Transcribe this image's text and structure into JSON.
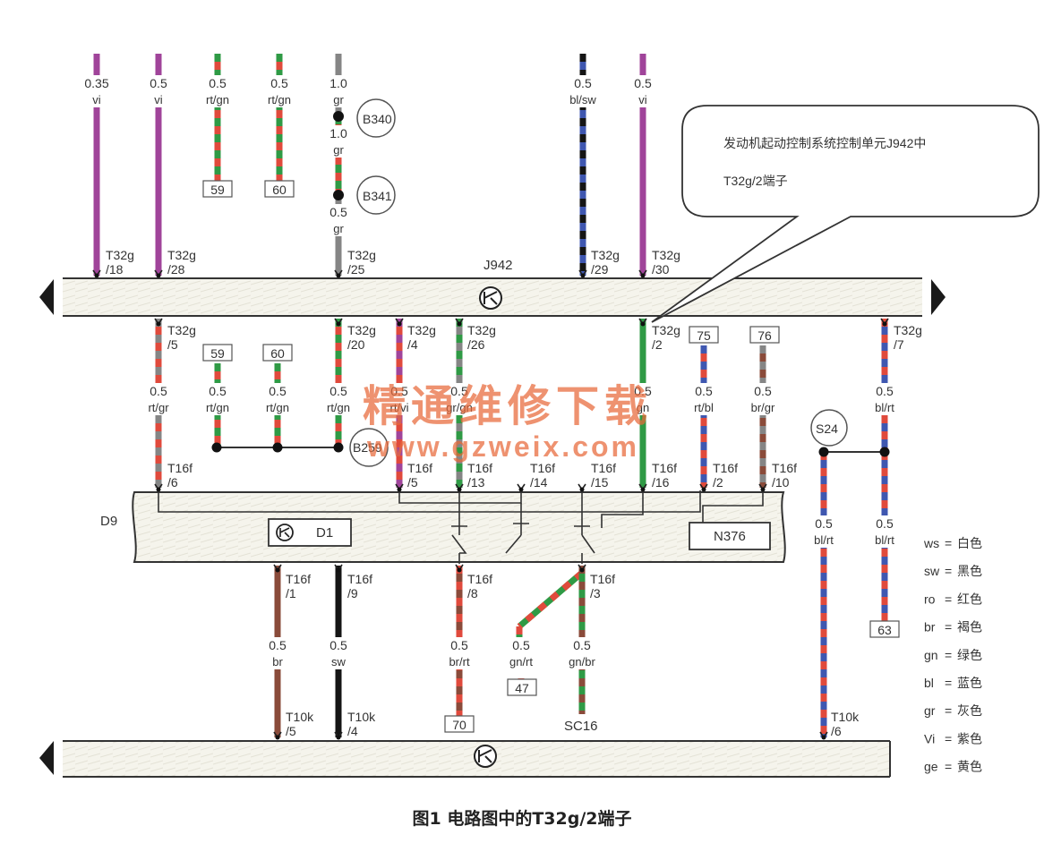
{
  "colors": {
    "vi": "#a0449a",
    "rt": "#e04a3c",
    "gn": "#2f9a45",
    "gr": "#858585",
    "bl": "#3f57b0",
    "sw": "#151515",
    "br": "#8a4b3a",
    "band": "#f3f2ea",
    "bandEdge": "#3a3a3a",
    "watermark": "#e8693a"
  },
  "bands": {
    "top": {
      "label": "J942"
    },
    "middle": {
      "label": "D9"
    },
    "bottom": {
      "label": ""
    }
  },
  "callout": {
    "line1": "发动机起动控制系统控制单元J942中",
    "line2": "T32g/2端子"
  },
  "wires_top": [
    {
      "id": "w1",
      "size": "0.35",
      "color": "vi",
      "pin_a": "T32g",
      "pin_b": "/18"
    },
    {
      "id": "w2",
      "size": "0.5",
      "color": "vi",
      "pin_a": "T32g",
      "pin_b": "/28"
    },
    {
      "id": "w3",
      "size": "0.5",
      "color": "rt/gn",
      "ref": "59"
    },
    {
      "id": "w4",
      "size": "0.5",
      "color": "rt/gn",
      "ref": "60"
    },
    {
      "id": "w5",
      "sizes": [
        "1.0",
        "1.0",
        "0.5"
      ],
      "colors": [
        "gr",
        "gr",
        "gr"
      ],
      "nodes": [
        "B340",
        "B341"
      ],
      "pin_a": "T32g",
      "pin_b": "/25"
    },
    {
      "id": "w6",
      "size": "0.5",
      "color": "bl/sw",
      "pin_a": "T32g",
      "pin_b": "/29"
    },
    {
      "id": "w7",
      "size": "0.5",
      "color": "vi",
      "pin_a": "T32g",
      "pin_b": "/30"
    }
  ],
  "wires_mid": [
    {
      "id": "m1",
      "pin_a": "T32g",
      "pin_b": "/5",
      "size": "0.5",
      "color": "rt/gr",
      "pin2_a": "T16f",
      "pin2_b": "/6"
    },
    {
      "id": "m2",
      "ref": "59",
      "size": "0.5",
      "color": "rt/gn"
    },
    {
      "id": "m3",
      "ref": "60",
      "size": "0.5",
      "color": "rt/gn"
    },
    {
      "id": "m4",
      "pin_a": "T32g",
      "pin_b": "/20",
      "size": "0.5",
      "color": "rt/gn",
      "node": "B259"
    },
    {
      "id": "m5",
      "pin_a": "T32g",
      "pin_b": "/4",
      "size": "0.5",
      "color": "rt/vi",
      "pin2_a": "T16f",
      "pin2_b": "/5"
    },
    {
      "id": "m6",
      "pin_a": "T32g",
      "pin_b": "/26",
      "size": "0.5",
      "color": "gr/gn",
      "pin2_a": "T16f",
      "pin2_b": "/13"
    },
    {
      "id": "m7",
      "pin2_a": "T16f",
      "pin2_b": "/14"
    },
    {
      "id": "m8",
      "pin2_a": "T16f",
      "pin2_b": "/15"
    },
    {
      "id": "m9",
      "pin_a": "T32g",
      "pin_b": "/2",
      "size": "0.5",
      "color": "gn",
      "pin2_a": "T16f",
      "pin2_b": "/16"
    },
    {
      "id": "m10",
      "ref": "75",
      "size": "0.5",
      "color": "rt/bl",
      "pin2_a": "T16f",
      "pin2_b": "/2"
    },
    {
      "id": "m11",
      "ref": "76",
      "size": "0.5",
      "color": "br/gr",
      "pin2_a": "T16f",
      "pin2_b": "/10"
    },
    {
      "id": "m12",
      "pin_a": "T32g",
      "pin_b": "/7",
      "size": "0.5",
      "color": "bl/rt"
    }
  ],
  "components": {
    "d1": "D1",
    "n376": "N376",
    "s24": "S24"
  },
  "wires_bottom": [
    {
      "id": "b1",
      "pin_a": "T16f",
      "pin_b": "/1",
      "size": "0.5",
      "color": "br",
      "pin2_a": "T10k",
      "pin2_b": "/5"
    },
    {
      "id": "b2",
      "pin_a": "T16f",
      "pin_b": "/9",
      "size": "0.5",
      "color": "sw",
      "pin2_a": "T10k",
      "pin2_b": "/4"
    },
    {
      "id": "b3",
      "pin_a": "T16f",
      "pin_b": "/8",
      "size": "0.5",
      "color": "br/rt",
      "ref": "70"
    },
    {
      "id": "b4",
      "size": "0.5",
      "color": "gn/rt",
      "ref": "47"
    },
    {
      "id": "b5",
      "pin_a": "T16f",
      "pin_b": "/3",
      "size": "0.5",
      "color": "gn/br",
      "ref": "SC16"
    },
    {
      "id": "b6",
      "size": "0.5",
      "color": "bl/rt",
      "pin2_a": "T10k",
      "pin2_b": "/6"
    },
    {
      "id": "b7",
      "size": "0.5",
      "color": "bl/rt",
      "ref": "63"
    }
  ],
  "legend": [
    {
      "code": "ws",
      "meaning": "白色"
    },
    {
      "code": "sw",
      "meaning": "黑色"
    },
    {
      "code": "ro",
      "meaning": "红色"
    },
    {
      "code": "br",
      "meaning": "褐色"
    },
    {
      "code": "gn",
      "meaning": "绿色"
    },
    {
      "code": "bl",
      "meaning": "蓝色"
    },
    {
      "code": "gr",
      "meaning": "灰色"
    },
    {
      "code": "Vi",
      "meaning": "紫色"
    },
    {
      "code": "ge",
      "meaning": "黄色"
    }
  ],
  "watermark": {
    "line1": "精通维修下载",
    "line2": "www.gzweix.com"
  },
  "caption": "图1 电路图中的T32g/2端子"
}
